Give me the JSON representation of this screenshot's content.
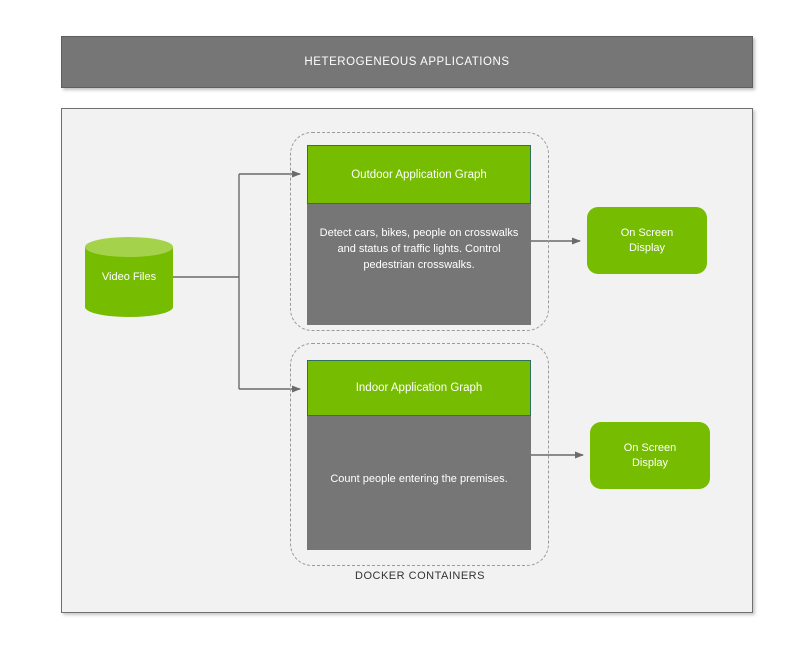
{
  "header": {
    "title": "HETEROGENEOUS APPLICATIONS"
  },
  "source": {
    "label": "Video Files",
    "shape": "cylinder-icon"
  },
  "containers": {
    "caption": "DOCKER CONTAINERS",
    "items": [
      {
        "name": "outdoor",
        "header_label": "Outdoor Application Graph",
        "body_text": "Detect cars, bikes, people on crosswalks and status of traffic lights. Control pedestrian crosswalks.",
        "output_label": "On Screen\nDisplay"
      },
      {
        "name": "indoor",
        "header_label": "Indoor Application Graph",
        "body_text": "Count people entering the premises.",
        "output_label": "On Screen\nDisplay"
      }
    ]
  },
  "outputs": [
    {
      "label_line1": "On Screen",
      "label_line2": "Display"
    },
    {
      "label_line1": "On Screen",
      "label_line2": "Display"
    }
  ],
  "colors": {
    "green": "#76bc00",
    "green_light": "#a5d24b",
    "gray": "#767676",
    "panel_bg": "#f2f2f2",
    "connector": "#6b6b6b",
    "dashed_border": "#9a9a9a",
    "text_light": "#ffffff",
    "text_dark": "#333333"
  }
}
